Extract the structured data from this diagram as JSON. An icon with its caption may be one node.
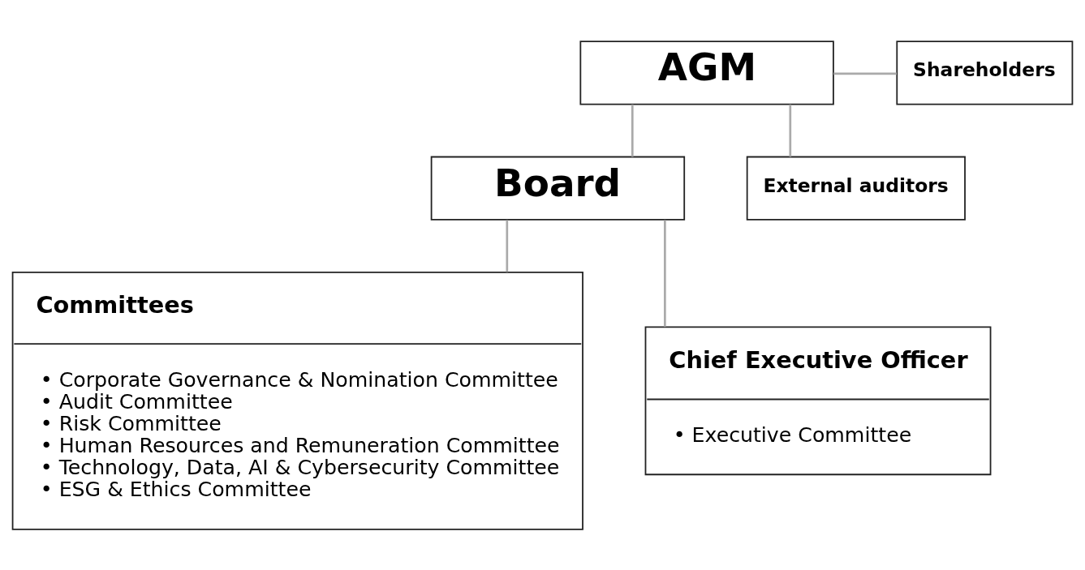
{
  "diagram": {
    "nodes": [
      {
        "text": [
          "AGM"
        ]
      },
      {
        "text": [
          "Board"
        ]
      },
      {
        "text": [
          "Shareholders"
        ]
      },
      {
        "text": [
          "External auditors"
        ]
      },
      {
        "text": [
          "Committees",
          "• Corporate Governance & Nomination Committee",
          "• Audit Committee",
          "• Risk Committee",
          "• Human Resources and Remuneration Committee",
          "• Technology, Data, AI & Cybersecurity Committee",
          "• ESG & Ethics Committee"
        ]
      },
      {
        "text": [
          "Chief Executive Officer",
          "• Executive Committee"
        ]
      }
    ],
    "edges": [
      {
        "from": 0,
        "to": 2,
        "arrow": "none"
      },
      {
        "from": 0,
        "to": 3,
        "arrow": "none"
      },
      {
        "from": 0,
        "to": 1,
        "arrow": "none"
      },
      {
        "from": 1,
        "to": 4,
        "arrow": "none"
      },
      {
        "from": 1,
        "to": 5,
        "arrow": "none"
      }
    ]
  }
}
